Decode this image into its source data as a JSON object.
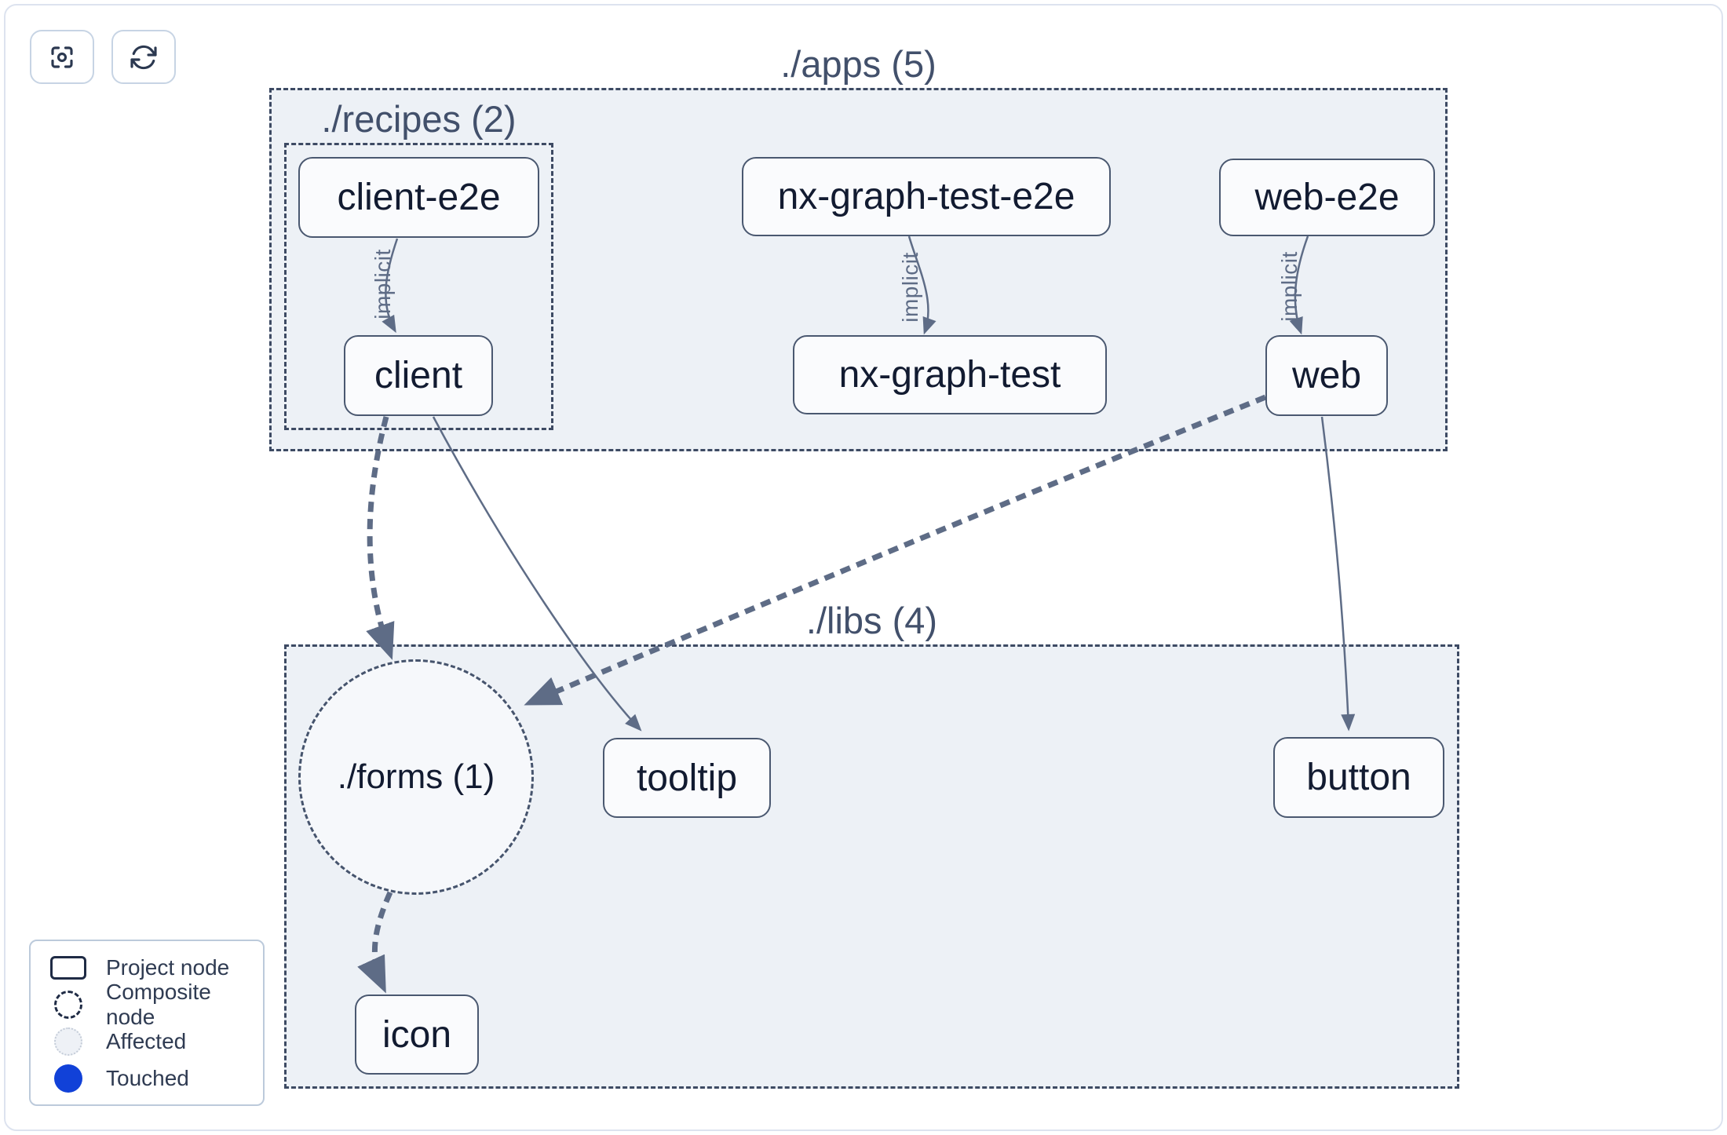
{
  "toolbar": {
    "buttons": [
      {
        "icon": "crosshair-focus-icon",
        "action": "focus"
      },
      {
        "icon": "refresh-icon",
        "action": "refresh"
      }
    ]
  },
  "graph": {
    "containers": {
      "apps": {
        "label": "./apps (5)",
        "count": 5,
        "type": "folder"
      },
      "recipes": {
        "label": "./recipes (2)",
        "count": 2,
        "type": "folder"
      },
      "libs": {
        "label": "./libs (4)",
        "count": 4,
        "type": "folder"
      },
      "forms": {
        "label": "./forms (1)",
        "count": 1,
        "type": "composite"
      }
    },
    "nodes": {
      "client-e2e": {
        "label": "client-e2e",
        "container": "recipes"
      },
      "client": {
        "label": "client",
        "container": "recipes"
      },
      "nx-graph-test-e2e": {
        "label": "nx-graph-test-e2e",
        "container": "apps"
      },
      "nx-graph-test": {
        "label": "nx-graph-test",
        "container": "apps"
      },
      "web-e2e": {
        "label": "web-e2e",
        "container": "apps"
      },
      "web": {
        "label": "web",
        "container": "apps"
      },
      "tooltip": {
        "label": "tooltip",
        "container": "libs"
      },
      "button": {
        "label": "button",
        "container": "libs"
      },
      "icon": {
        "label": "icon",
        "container": "libs"
      }
    },
    "edges": [
      {
        "source": "client-e2e",
        "target": "client",
        "label": "implicit",
        "style": "solid-thin"
      },
      {
        "source": "nx-graph-test-e2e",
        "target": "nx-graph-test",
        "label": "implicit",
        "style": "solid-thin"
      },
      {
        "source": "web-e2e",
        "target": "web",
        "label": "implicit",
        "style": "solid-thin"
      },
      {
        "source": "client",
        "target": "./forms",
        "label": "",
        "style": "dashed-thick"
      },
      {
        "source": "client",
        "target": "tooltip",
        "label": "",
        "style": "solid-thin"
      },
      {
        "source": "web",
        "target": "./forms",
        "label": "",
        "style": "dashed-thick"
      },
      {
        "source": "web",
        "target": "button",
        "label": "",
        "style": "solid-thin"
      },
      {
        "source": "./forms",
        "target": "icon",
        "label": "",
        "style": "dashed-thick"
      }
    ]
  },
  "legend": {
    "items": [
      {
        "symbol": "project-rect-outline",
        "label": "Project node"
      },
      {
        "symbol": "composite-dashed-circle",
        "label": "Composite node"
      },
      {
        "symbol": "affected-dotted-circle",
        "label": "Affected"
      },
      {
        "symbol": "touched-filled-circle",
        "label": "Touched"
      }
    ]
  },
  "colors": {
    "container_fill": "#edf1f6",
    "container_border": "#3d4a63",
    "node_fill": "#fafbfd",
    "node_border": "#4a5870",
    "node_text": "#121b31",
    "title_text": "#42506b",
    "edge": "#5e6c86",
    "touched_blue": "#1141d8",
    "frame_border": "#dde3ef"
  }
}
